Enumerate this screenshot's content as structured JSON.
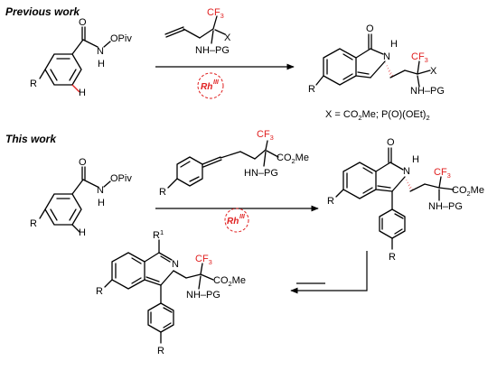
{
  "sections": {
    "previous_title": "Previous work",
    "this_title": "This work"
  },
  "atoms": {
    "O": "O",
    "N": "N",
    "NH": "NH",
    "H": "H",
    "R": "R",
    "OPiv": "OPiv",
    "X": "X",
    "NH_PG": "NH–PG",
    "HN_PG": "HN–PG",
    "CF": "CF",
    "three": "3",
    "CO": "CO",
    "two": "2",
    "Me": "Me",
    "R1": "R",
    "one": "1"
  },
  "catalyst": {
    "label": "Rh",
    "ox": "III"
  },
  "note": {
    "prefix": "X = CO",
    "mid": "Me; P(O)(OEt)",
    "sub": "2"
  },
  "colors": {
    "highlight": "#e02020",
    "ink": "#000000"
  }
}
